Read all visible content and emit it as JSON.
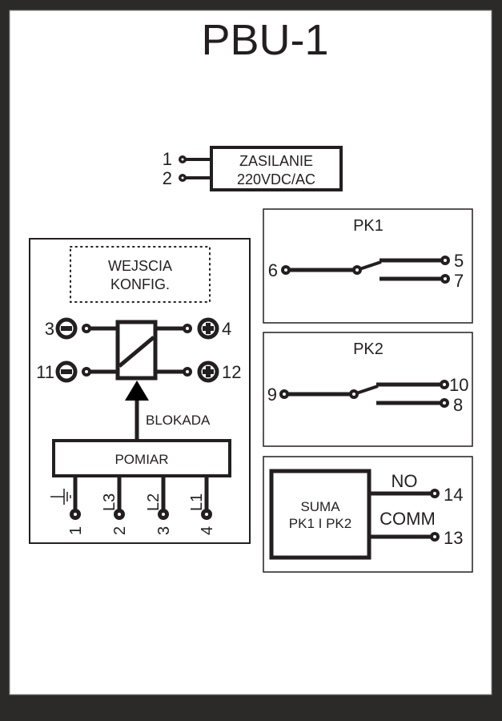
{
  "title": "PBU-1",
  "colors": {
    "ink": "#231f20",
    "frame": "#2b2a28",
    "background": "#ffffff"
  },
  "power": {
    "label_line1": "ZASILANIE",
    "label_line2": "220VDC/AC",
    "terminals": [
      "1",
      "2"
    ]
  },
  "config": {
    "line1": "WEJSCIA",
    "line2": "KONFIG."
  },
  "relay": {
    "left_terminals": [
      {
        "num": "3",
        "polarity": "minus"
      },
      {
        "num": "11",
        "polarity": "minus"
      }
    ],
    "right_terminals": [
      {
        "num": "4",
        "polarity": "plus"
      },
      {
        "num": "12",
        "polarity": "plus"
      }
    ]
  },
  "blokada_label": "BLOKADA",
  "pomiar": {
    "label": "POMIAR",
    "inputs": [
      {
        "num": "1",
        "label": "ground",
        "icon": "ground-icon"
      },
      {
        "num": "2",
        "label": "L3"
      },
      {
        "num": "3",
        "label": "L2"
      },
      {
        "num": "4",
        "label": "L1"
      }
    ]
  },
  "pk1": {
    "title": "PK1",
    "common": "6",
    "no": "5",
    "nc": "7"
  },
  "pk2": {
    "title": "PK2",
    "common": "9",
    "no": "10",
    "nc": "8"
  },
  "suma": {
    "line1": "SUMA",
    "line2": "PK1 I PK2",
    "no_label": "NO",
    "comm_label": "COMM",
    "no_terminal": "14",
    "comm_terminal": "13"
  }
}
